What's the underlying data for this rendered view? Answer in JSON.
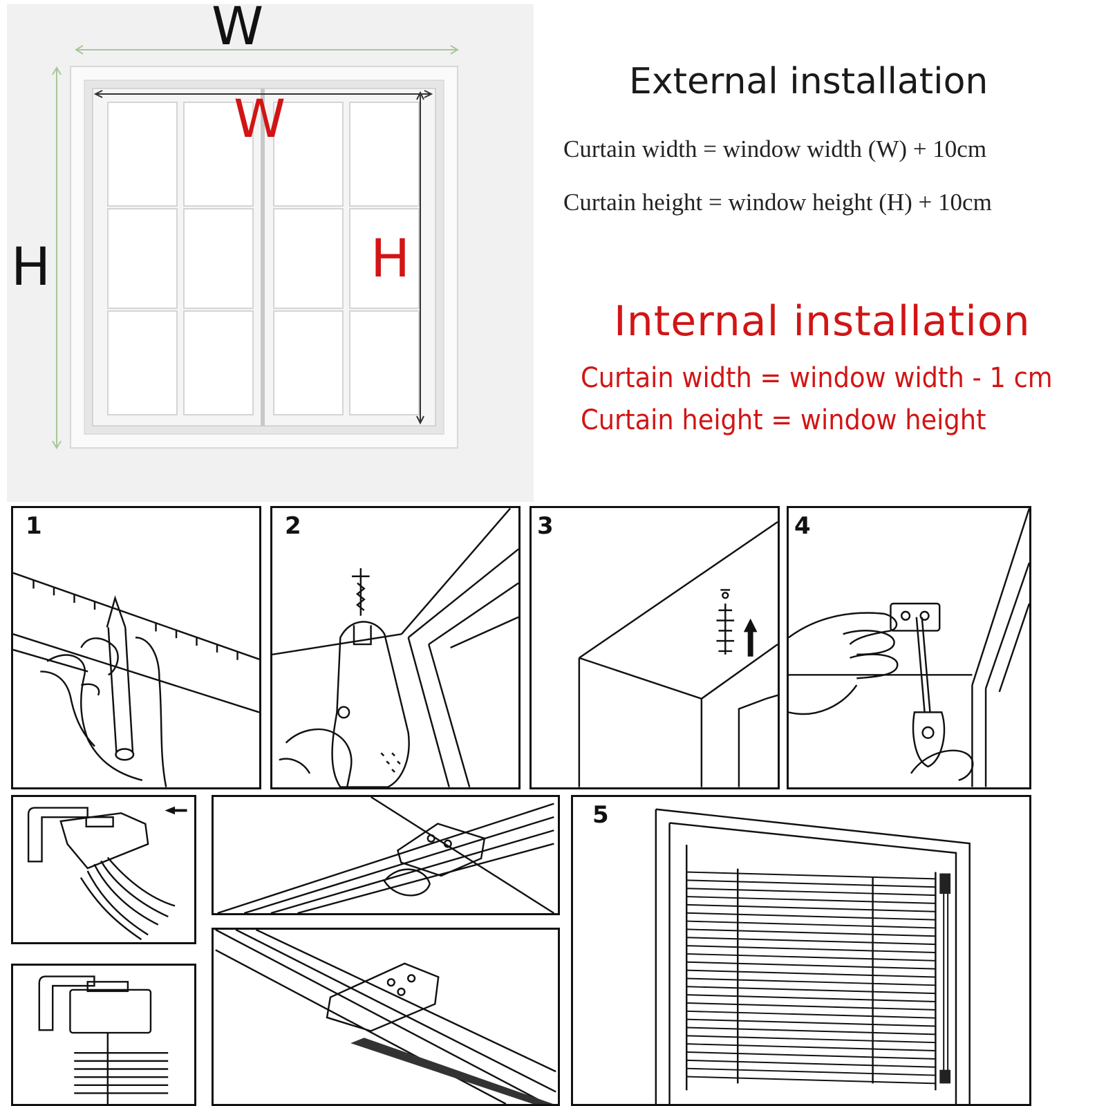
{
  "dimension_diagram": {
    "outer_width_label": "W",
    "outer_height_label": "H",
    "inner_width_label": "W",
    "inner_height_label": "H",
    "colors": {
      "outer_arrows": "#a8c79a",
      "inner_labels": "#d11515",
      "background": "#f1f1f1"
    }
  },
  "external_installation": {
    "title": "External installation",
    "width_formula": "Curtain width = window width (W) + 10cm",
    "height_formula": "Curtain height = window height (H) + 10cm"
  },
  "internal_installation": {
    "title": "Internal installation",
    "width_formula": "Curtain width = window width - 1 cm",
    "height_formula": "Curtain height = window height",
    "color": "#d11515"
  },
  "steps": [
    {
      "number": "1",
      "icon": "ruler-pencil-marking-icon"
    },
    {
      "number": "2",
      "icon": "drill-ceiling-icon"
    },
    {
      "number": "3",
      "icon": "wall-anchor-insert-icon"
    },
    {
      "number": "4",
      "icon": "screwdriver-bracket-icon"
    },
    {
      "number": "5",
      "icon": "installed-blind-icon"
    }
  ]
}
